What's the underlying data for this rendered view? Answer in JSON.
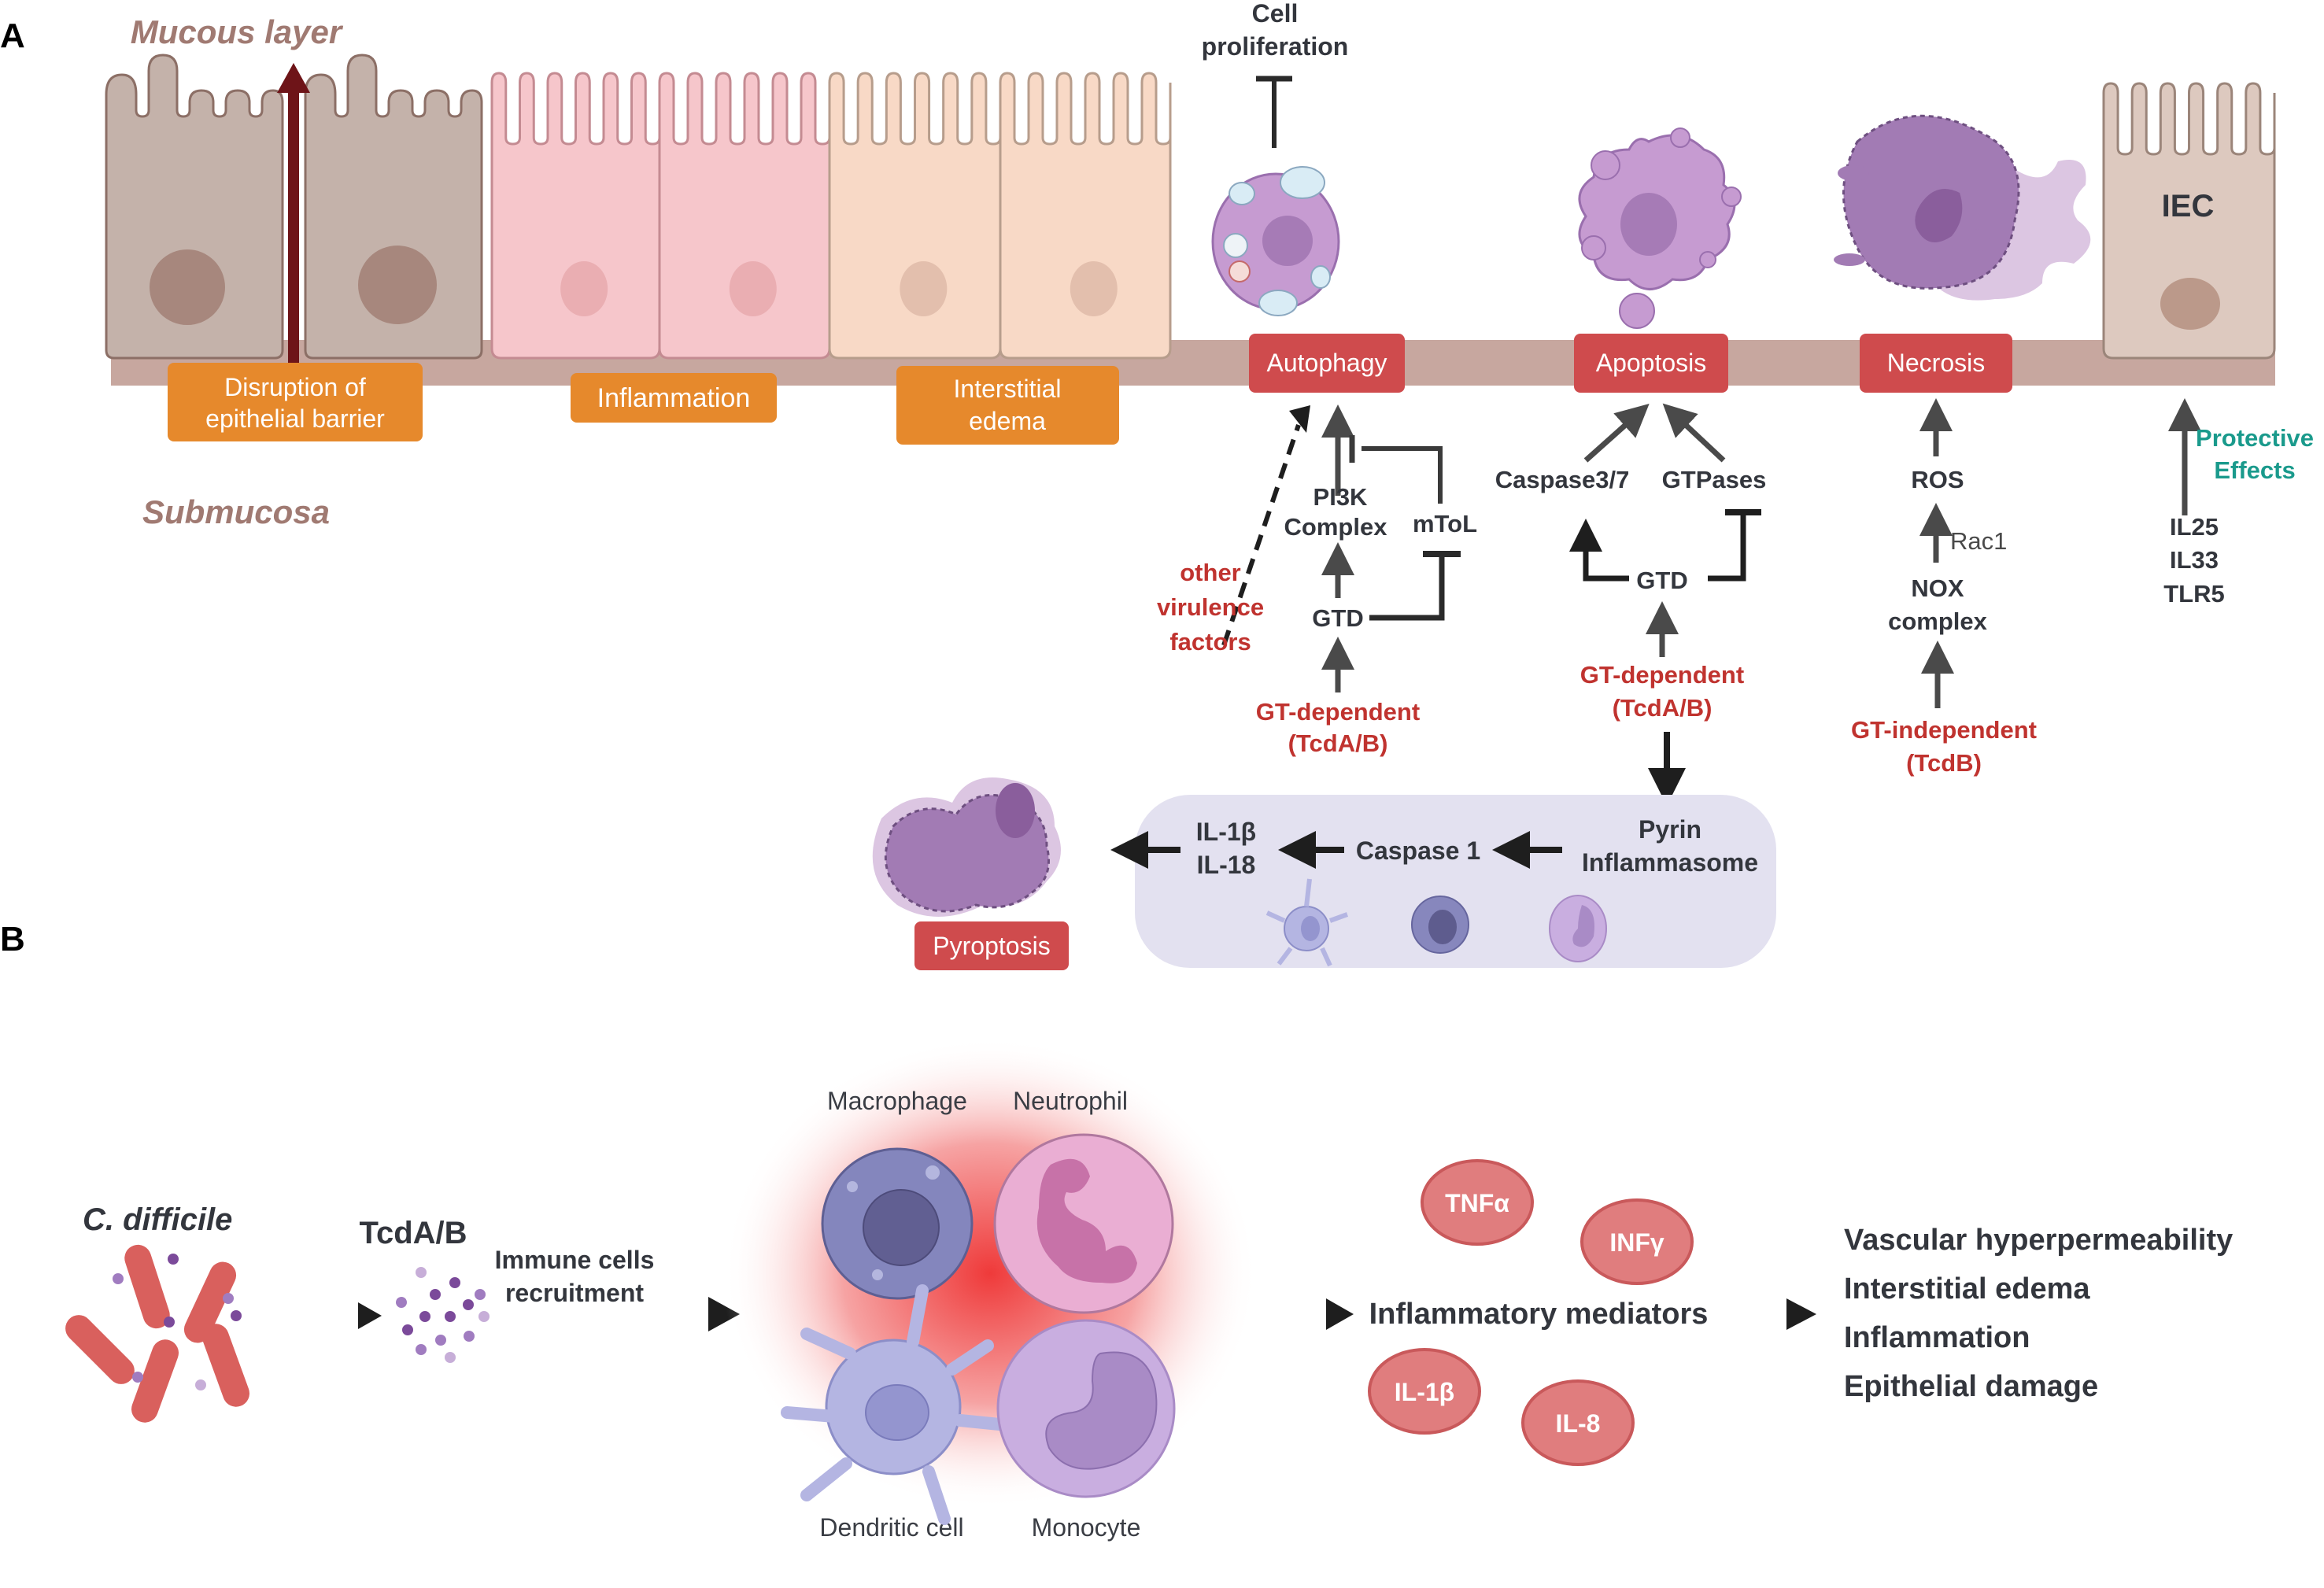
{
  "panels": {
    "a": "A",
    "b": "B"
  },
  "colors": {
    "outcome_red": "#cf4b4d",
    "effect_orange": "#e6892c",
    "text_red": "#c0332f",
    "text_teal": "#1a9a8c",
    "text_dark": "#33363d",
    "basement": "#c7a79f",
    "cell_brown": "#c4b2aa",
    "cell_pink": "#f6c6cb",
    "cell_peach": "#f8d9c6",
    "cell_purple": "#c69bd1",
    "inflammasome_box": "#e3e1f0",
    "cytokine": "#e07d7e"
  },
  "panel_a": {
    "mucous_layer": "Mucous layer",
    "submucosa": "Submucosa",
    "effects": [
      {
        "line1": "Disruption of",
        "line2": "epithelial barrier"
      },
      {
        "line1": "Inflammation",
        "line2": ""
      },
      {
        "line1": "Interstitial",
        "line2": "edema"
      }
    ],
    "cell_proliferation": {
      "line1": "Cell",
      "line2": "proliferation"
    },
    "outcomes": {
      "autophagy": "Autophagy",
      "apoptosis": "Apoptosis",
      "necrosis": "Necrosis",
      "pyroptosis": "Pyroptosis"
    },
    "autophagy_path": {
      "pi3k": {
        "line1": "PI3K",
        "line2": "Complex"
      },
      "mtol": "mToL",
      "gtd": "GTD",
      "other": {
        "line1": "other",
        "line2": "virulence",
        "line3": "factors"
      },
      "source": {
        "line1": "GT-dependent",
        "line2": "(TcdA/B)"
      }
    },
    "apoptosis_path": {
      "caspase": "Caspase3/7",
      "gtpases": "GTPases",
      "gtd": "GTD",
      "source": {
        "line1": "GT-dependent",
        "line2": "(TcdA/B)"
      }
    },
    "necrosis_path": {
      "ros": "ROS",
      "rac1": "Rac1",
      "nox": {
        "line1": "NOX",
        "line2": "complex"
      },
      "source": {
        "line1": "GT-independent",
        "line2": "(TcdB)"
      }
    },
    "iec": {
      "label": "IEC",
      "protective": {
        "line1": "Protective",
        "line2": "Effects"
      },
      "factors": [
        "IL25",
        "IL33",
        "TLR5"
      ]
    },
    "inflammasome": {
      "pyrin": {
        "line1": "Pyrin",
        "line2": "Inflammasome"
      },
      "caspase1": "Caspase 1",
      "il": {
        "line1": "IL-1β",
        "line2": "IL-18"
      }
    }
  },
  "panel_b": {
    "c_difficile": "C. difficile",
    "toxin": "TcdA/B",
    "recruitment": {
      "line1": "Immune cells",
      "line2": "recruitment"
    },
    "cells": {
      "macrophage": "Macrophage",
      "neutrophil": "Neutrophil",
      "dendritic": "Dendritic cell",
      "monocyte": "Monocyte"
    },
    "mediators_label": "Inflammatory mediators",
    "cytokines": [
      "TNFα",
      "INFγ",
      "IL-1β",
      "IL-8"
    ],
    "outcomes": [
      "Vascular hyperpermeability",
      "Interstitial edema",
      "Inflammation",
      "Epithelial damage"
    ]
  }
}
